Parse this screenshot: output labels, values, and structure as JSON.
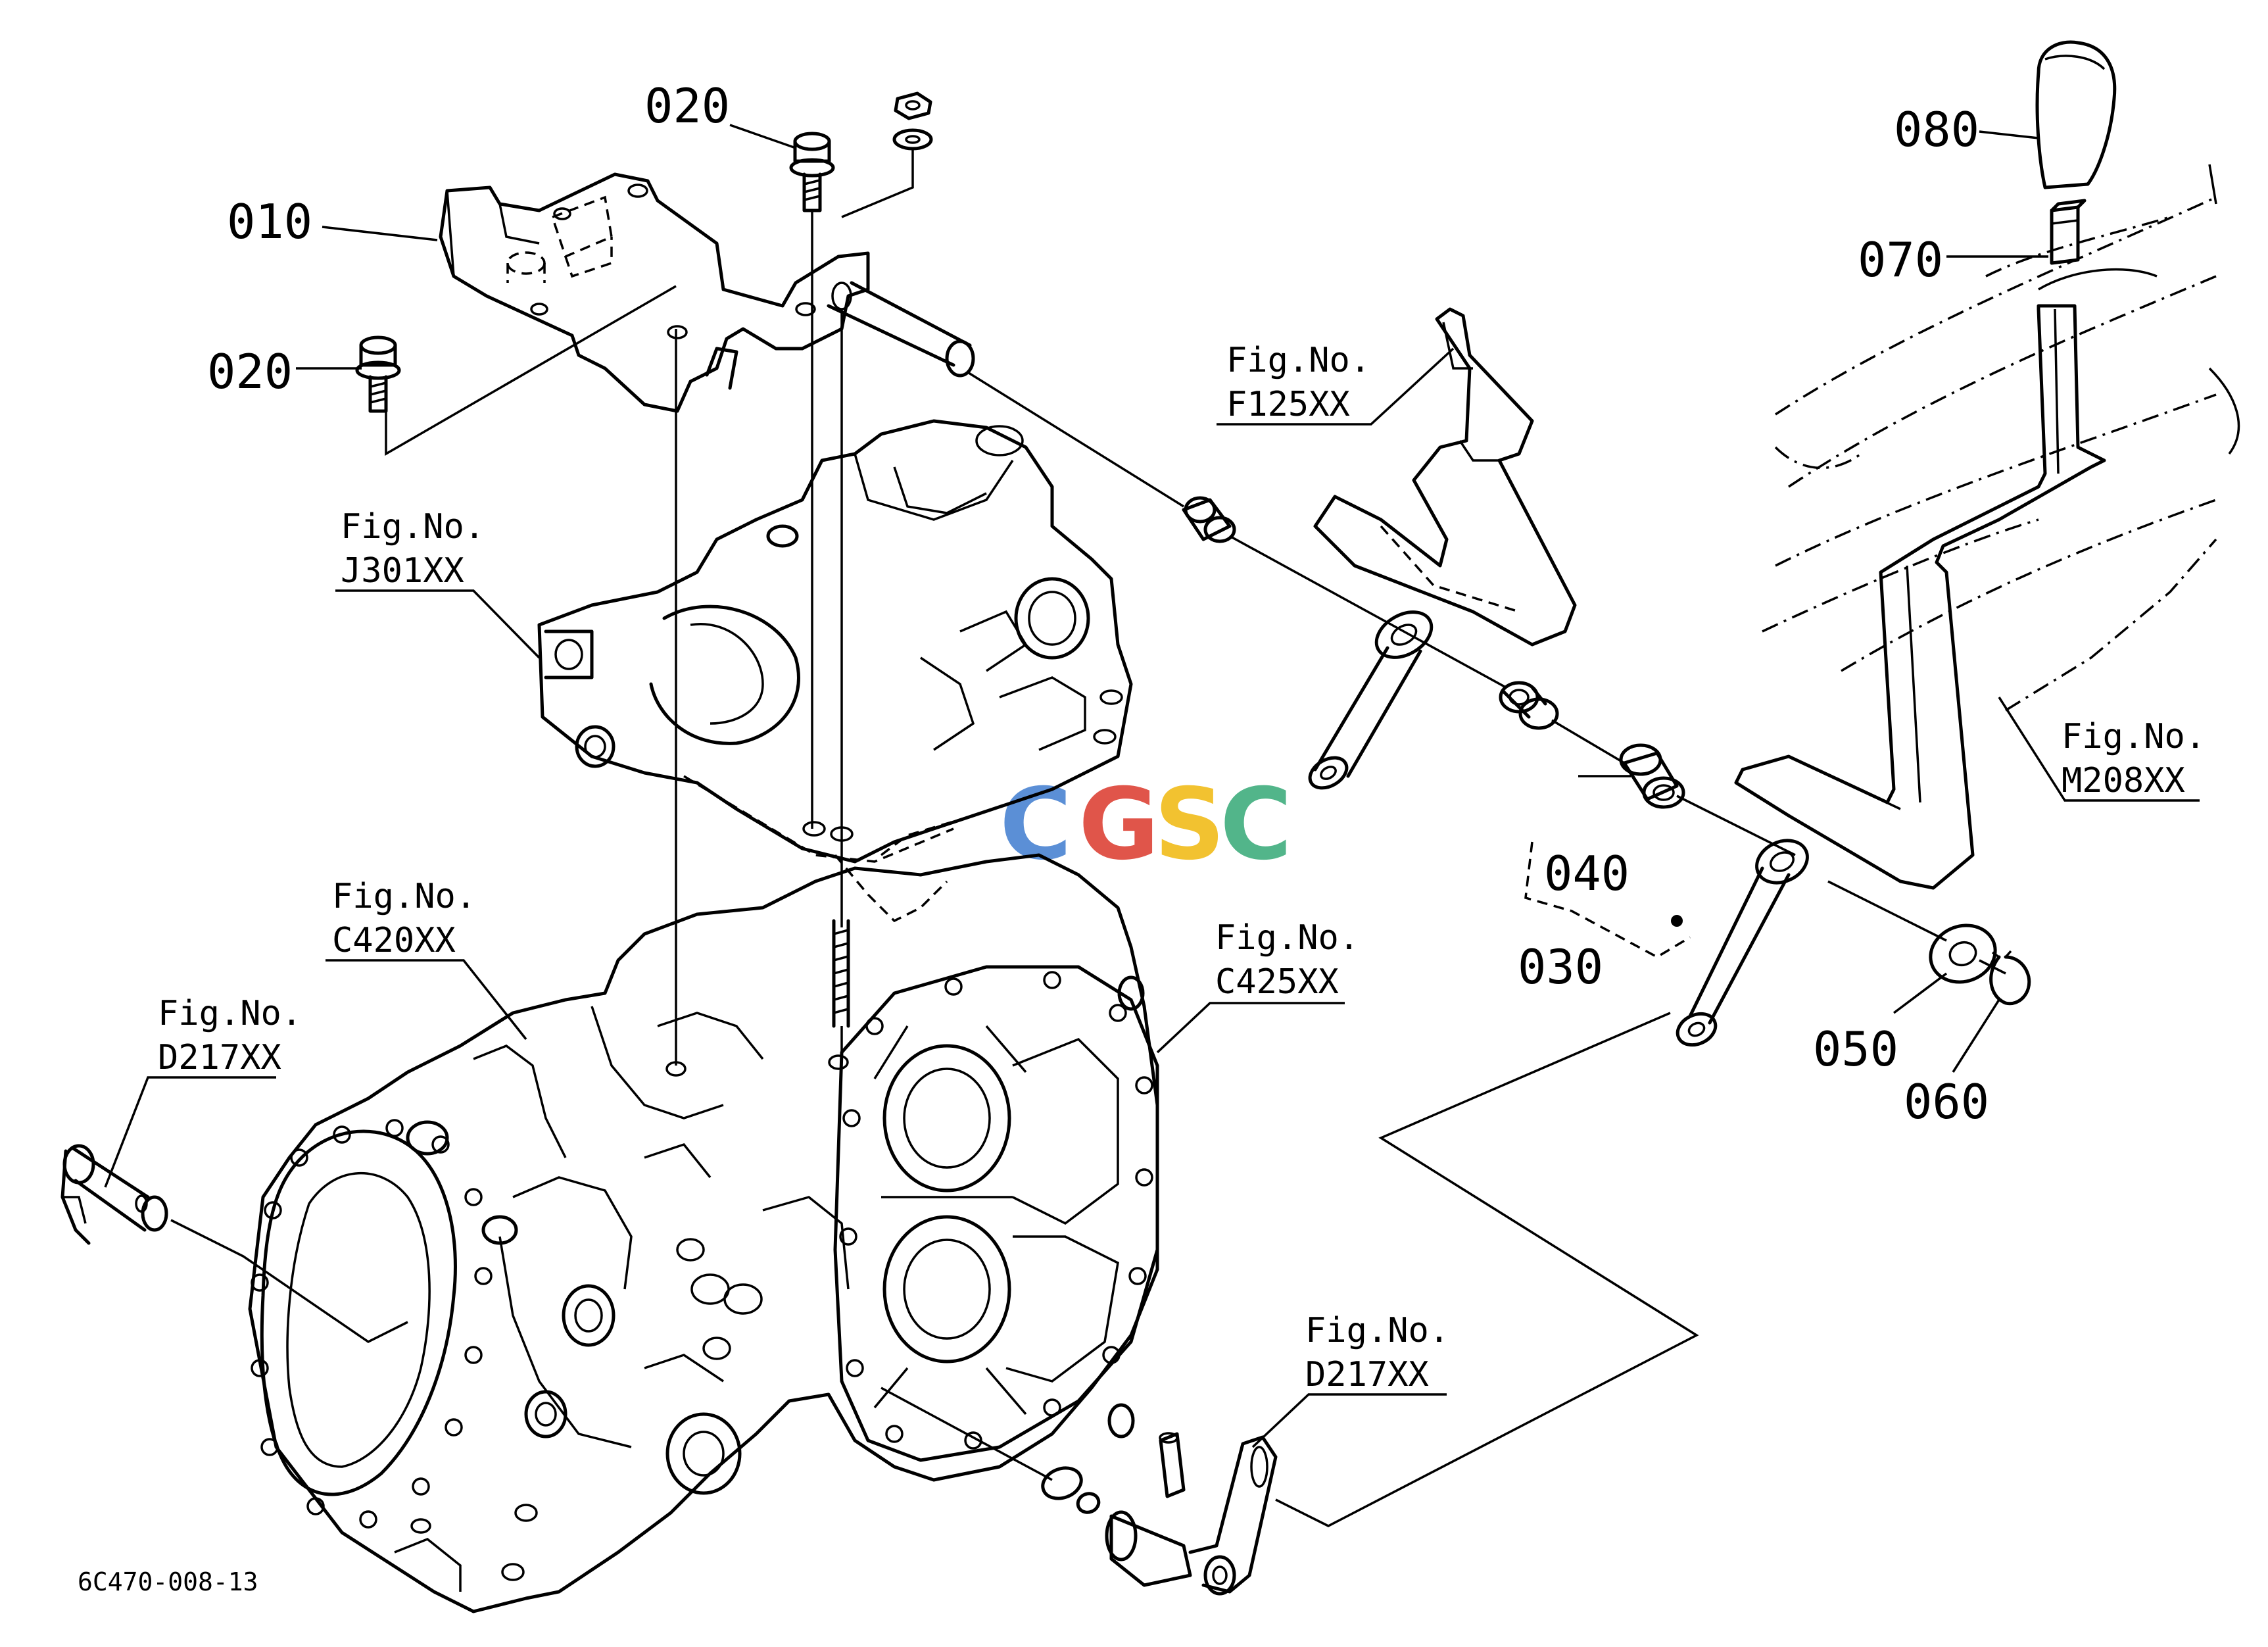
{
  "diagram_id": "6C470-008-13",
  "watermark": {
    "letters": [
      "C",
      "G",
      "S",
      "C"
    ],
    "colors": [
      "#5b8fd6",
      "#e0554a",
      "#f2c230",
      "#52b58a"
    ]
  },
  "part_numbers": {
    "p010": "010",
    "p020a": "020",
    "p020b": "020",
    "p030": "030",
    "p040": "040",
    "p050": "050",
    "p060": "060",
    "p070": "070",
    "p080": "080"
  },
  "figure_refs": {
    "f125": {
      "prefix": "Fig.No.",
      "code": "F125XX"
    },
    "j301": {
      "prefix": "Fig.No.",
      "code": "J301XX"
    },
    "c420": {
      "prefix": "Fig.No.",
      "code": "C420XX"
    },
    "c425": {
      "prefix": "Fig.No.",
      "code": "C425XX"
    },
    "d217a": {
      "prefix": "Fig.No.",
      "code": "D217XX"
    },
    "d217b": {
      "prefix": "Fig.No.",
      "code": "D217XX"
    },
    "m208": {
      "prefix": "Fig.No.",
      "code": "M208XX"
    }
  },
  "icon_names": [
    "knob-icon",
    "bracket-icon",
    "bolt-icon",
    "lever-icon",
    "collar-icon",
    "washer-icon",
    "snap-ring-icon",
    "housing-icon",
    "shaft-icon",
    "grip-icon"
  ]
}
